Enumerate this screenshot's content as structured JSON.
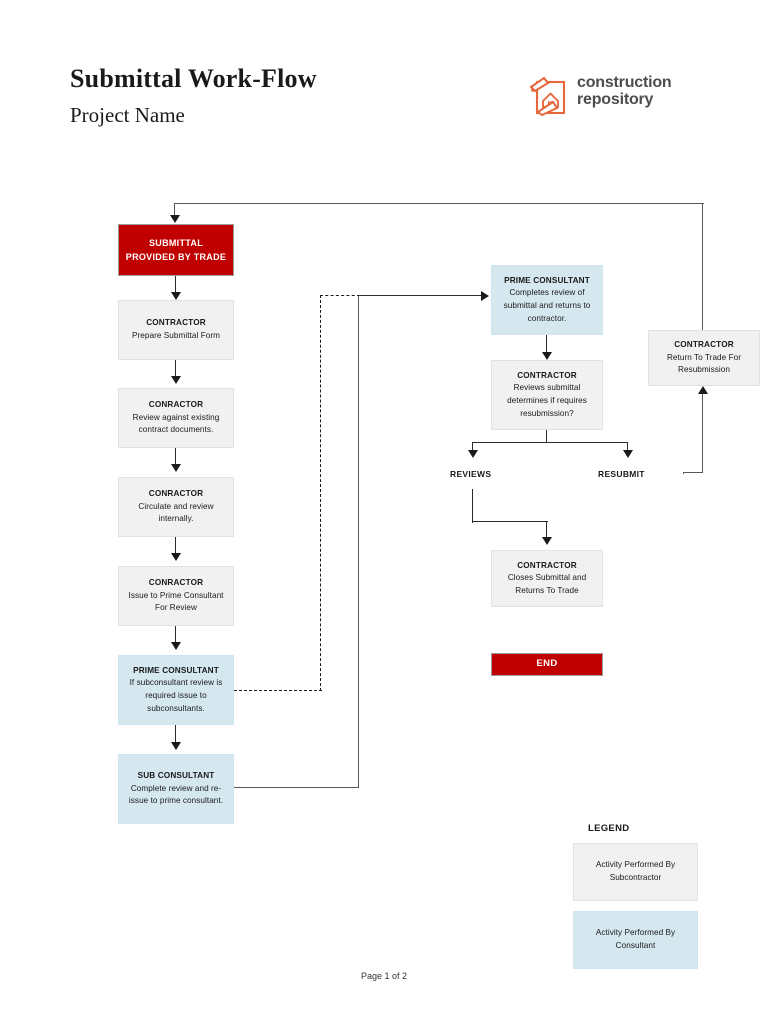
{
  "document": {
    "title": "Submittal Work-Flow",
    "subtitle": "Project Name",
    "footer": "Page 1 of 2"
  },
  "logo": {
    "line1": "construction",
    "line2": "repository",
    "mark": "house-document-icon",
    "accent_color": "#e8663c",
    "text_color": "#4d4d4d"
  },
  "colors": {
    "red": "#c00000",
    "gray_box": "#f1f1f1",
    "blue_box": "#d5e8f0",
    "line": "#2b2b2b"
  },
  "nodes": {
    "submittal_provided": {
      "head": "SUBMITTAL PROVIDED BY TRADE",
      "body": "",
      "type": "red"
    },
    "prepare_form": {
      "head": "CONTRACTOR",
      "body": "Prepare Submittal Form",
      "type": "gray"
    },
    "review_contract": {
      "head": "CONRACTOR",
      "body": "Review against existing contract documents.",
      "type": "gray"
    },
    "circulate": {
      "head": "CONRACTOR",
      "body": "Circulate and review internally.",
      "type": "gray"
    },
    "issue_prime": {
      "head": "CONRACTOR",
      "body": "Issue to Prime Consultant For Review",
      "type": "gray"
    },
    "prime_subconsultant": {
      "head": "PRIME CONSULTANT",
      "body": "If subconsultant review is required issue to subconsultants.",
      "type": "blue"
    },
    "sub_consultant": {
      "head": "SUB CONSULTANT",
      "body": "Complete review and re-issue to prime consultant.",
      "type": "blue"
    },
    "prime_completes": {
      "head": "PRIME CONSULTANT",
      "body": "Completes review of submittal and returns to contractor.",
      "type": "blue"
    },
    "contractor_reviews": {
      "head": "CONTRACTOR",
      "body": "Reviews submittal determines if requires resubmission?",
      "type": "gray"
    },
    "return_to_trade": {
      "head": "CONTRACTOR",
      "body": "Return To Trade For Resubmission",
      "type": "gray"
    },
    "closes_submittal": {
      "head": "CONTRACTOR",
      "body": "Closes Submittal and Returns To Trade",
      "type": "gray"
    },
    "end": {
      "head": "END",
      "body": "",
      "type": "red"
    }
  },
  "branch_labels": {
    "reviews": "REVIEWS",
    "resubmit": "RESUBMIT"
  },
  "legend": {
    "title": "LEGEND",
    "items": [
      {
        "label": "Activity Performed By Subcontractor",
        "type": "gray"
      },
      {
        "label": "Activity Performed By Consultant",
        "type": "blue"
      }
    ]
  }
}
